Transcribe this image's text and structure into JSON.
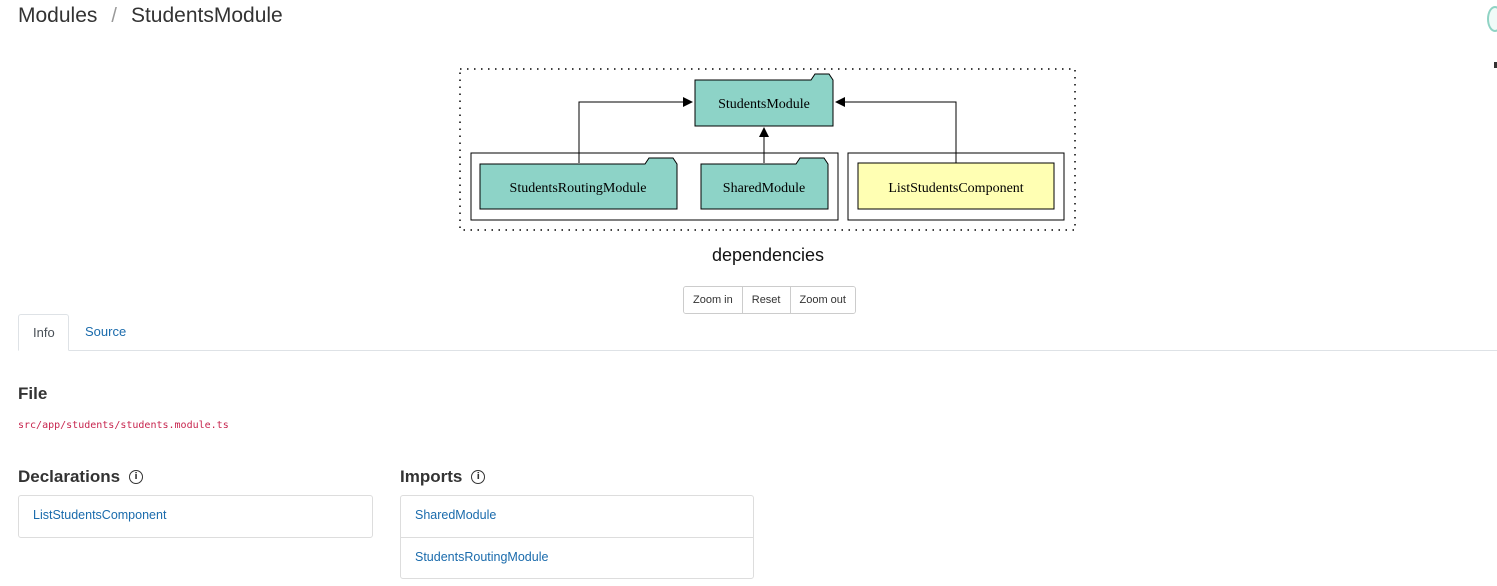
{
  "breadcrumb": {
    "parent": "Modules",
    "separator": "/",
    "current": "StudentsModule"
  },
  "graph": {
    "caption": "dependencies",
    "nodes": {
      "root": "StudentsModule",
      "routing": "StudentsRoutingModule",
      "shared": "SharedModule",
      "component": "ListStudentsComponent"
    },
    "colors": {
      "module": "#8dd3c7",
      "component": "#ffffb3"
    }
  },
  "zoom": {
    "zoom_in": "Zoom in",
    "reset": "Reset",
    "zoom_out": "Zoom out"
  },
  "tabs": {
    "info": "Info",
    "source": "Source"
  },
  "file": {
    "title": "File",
    "path": "src/app/students/students.module.ts"
  },
  "declarations": {
    "title": "Declarations",
    "info_icon": "i",
    "items": [
      "ListStudentsComponent"
    ]
  },
  "imports": {
    "title": "Imports",
    "info_icon": "i",
    "items": [
      "SharedModule",
      "StudentsRoutingModule"
    ]
  }
}
